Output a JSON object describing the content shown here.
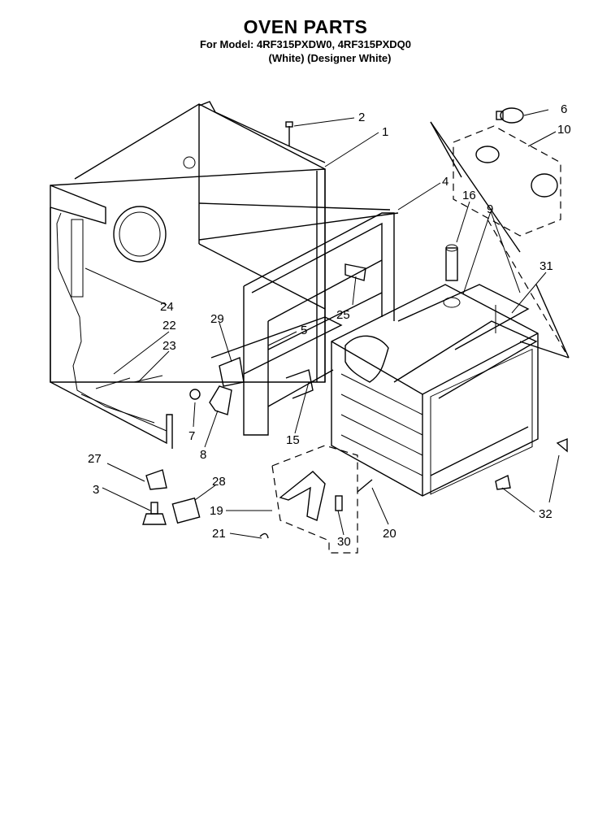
{
  "header": {
    "title": "OVEN PARTS",
    "model_line": "For Model: 4RF315PXDW0, 4RF315PXDQ0",
    "variant_line": "(White)  (Designer White)"
  },
  "callouts": [
    "1",
    "2",
    "3",
    "4",
    "5",
    "6",
    "7",
    "8",
    "9",
    "10",
    "15",
    "16",
    "19",
    "20",
    "21",
    "22",
    "23",
    "24",
    "25",
    "27",
    "28",
    "29",
    "30",
    "31",
    "32"
  ]
}
